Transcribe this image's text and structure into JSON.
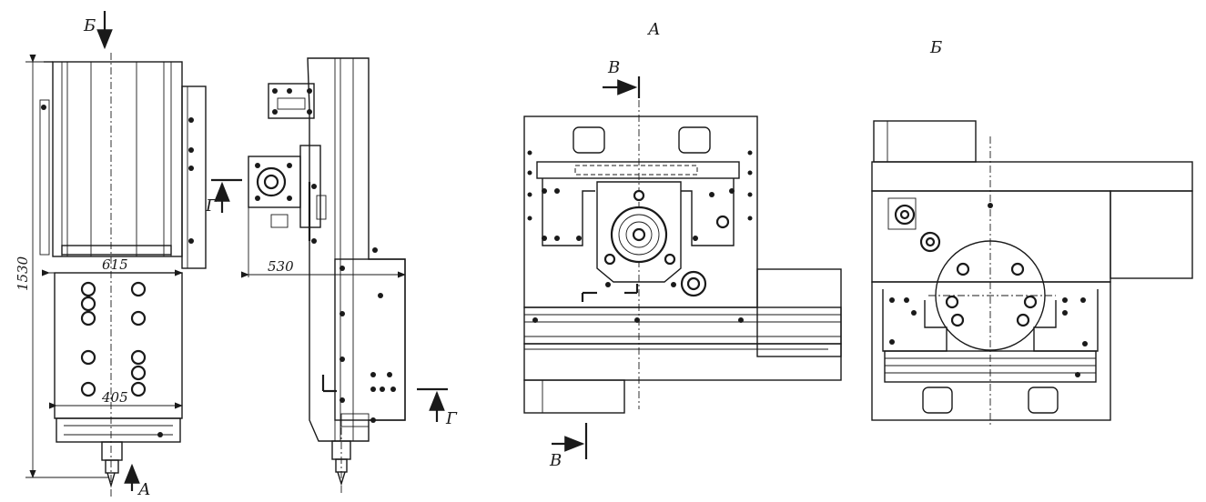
{
  "labels": {
    "view_b_top": "Б",
    "view_a_bottom": "А",
    "section_g_left": "Г",
    "section_g_right": "Г",
    "section_v_top": "В",
    "section_v_bottom": "В",
    "view_a_title": "А",
    "view_b_title": "Б"
  },
  "dimensions": {
    "height_total": "1530",
    "width_upper": "615",
    "width_lower": "405",
    "side_offset": "530"
  }
}
